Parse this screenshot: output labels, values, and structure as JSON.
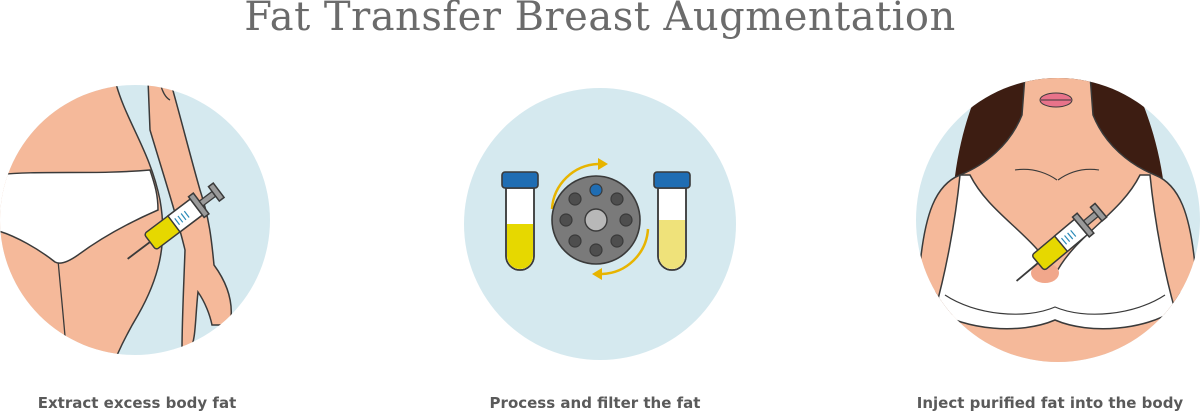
{
  "title": "Fat Transfer Breast Augmentation",
  "steps": [
    {
      "caption": "Extract excess body fat",
      "icon": "syringe-extraction"
    },
    {
      "caption": "Process and filter the fat",
      "icon": "centrifuge-tubes"
    },
    {
      "caption": "Inject purified fat into the body",
      "icon": "breast-injection"
    }
  ],
  "colors": {
    "circle_bg": "#d5e9ef",
    "skin": "#f5b99a",
    "outline": "#3a3a3a",
    "yellow": "#e6d800",
    "blue_cap": "#1f6db3",
    "hair": "#3d1d12",
    "lips": "#e8738a",
    "arrow": "#e7b400"
  }
}
